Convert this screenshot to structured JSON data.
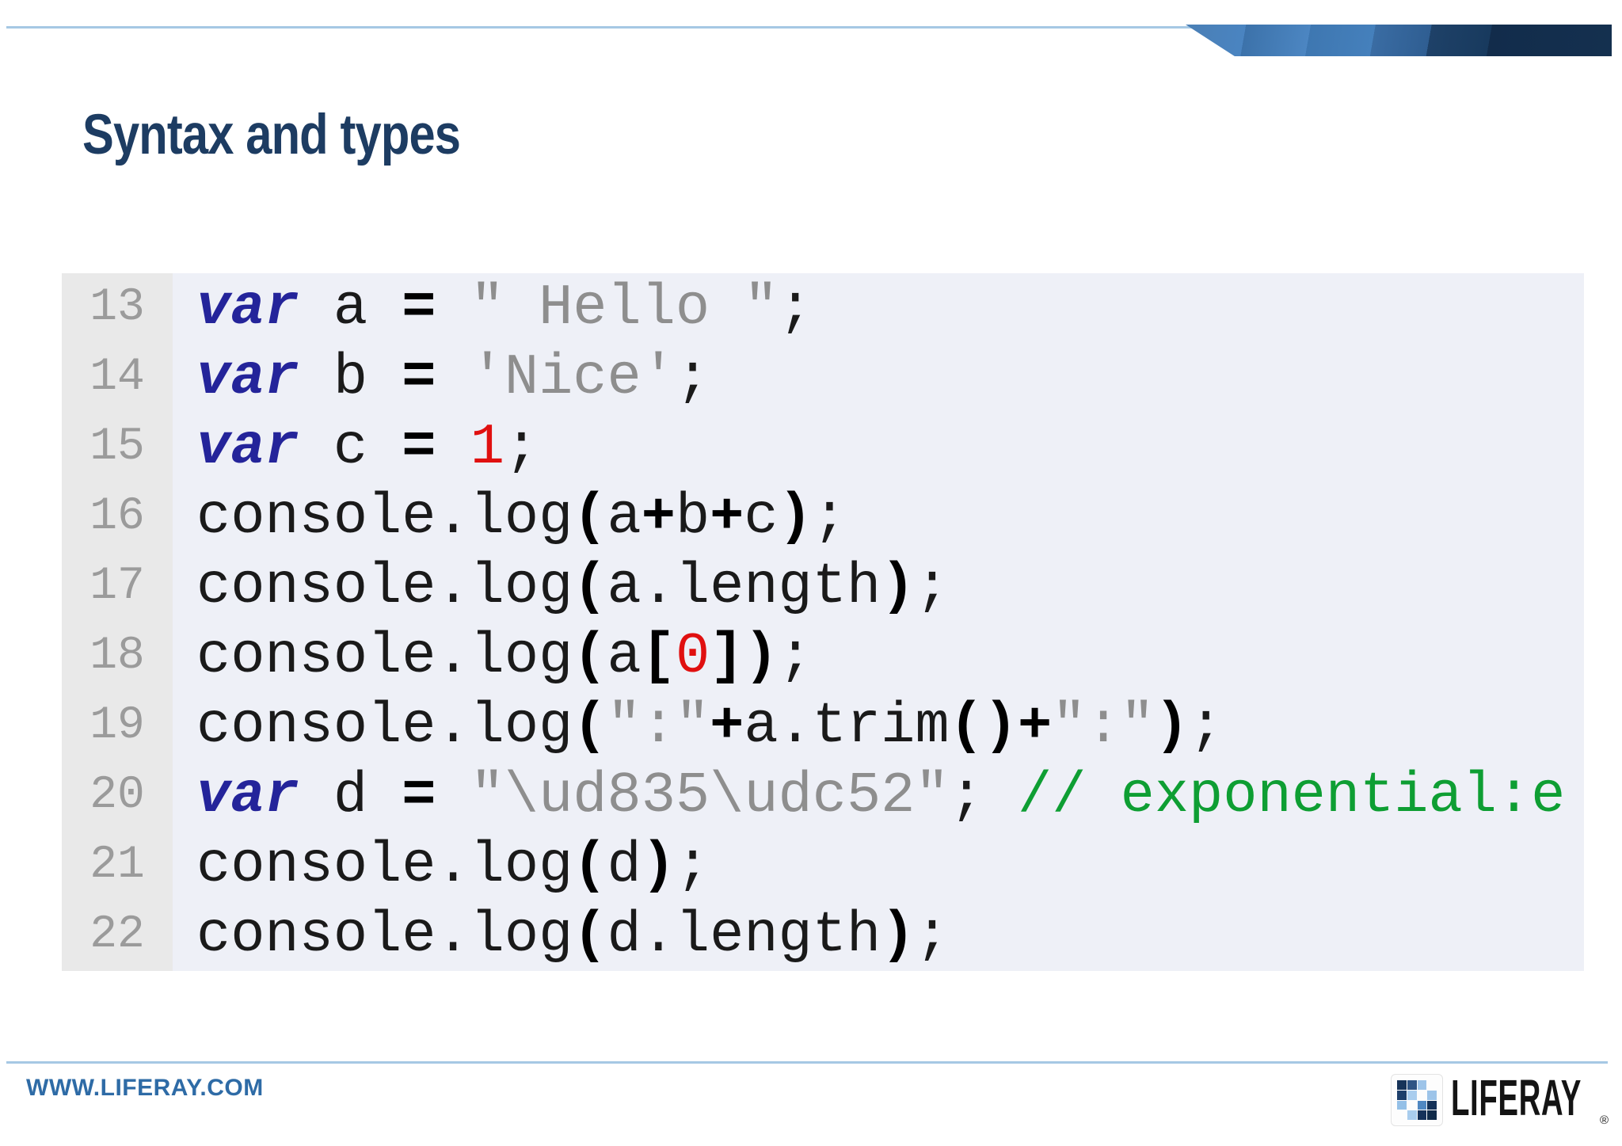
{
  "slide_title": "Syntax and types",
  "colors": {
    "accent_line": "#a6c8e4",
    "title": "#1d3c62",
    "banner_dark": "#14304f",
    "banner_mid": "#4580bc",
    "code_background": "#eef0f7",
    "gutter_background": "#e9e9e9",
    "line_number": "#9b9b9b",
    "keyword": "#24249a",
    "string": "#8e8e8e",
    "number": "#e01010",
    "comment": "#0e9e33",
    "plain_code": "#1a1a1a",
    "footer_text": "#2e6ba6"
  },
  "code": {
    "lines": [
      {
        "num": "13",
        "tokens": [
          [
            "kw",
            "var"
          ],
          [
            "pl",
            " a "
          ],
          [
            "op",
            "="
          ],
          [
            "pl",
            " "
          ],
          [
            "str",
            "\" Hello \""
          ],
          [
            "pl",
            ";"
          ]
        ]
      },
      {
        "num": "14",
        "tokens": [
          [
            "kw",
            "var"
          ],
          [
            "pl",
            " b "
          ],
          [
            "op",
            "="
          ],
          [
            "pl",
            " "
          ],
          [
            "str",
            "'Nice'"
          ],
          [
            "pl",
            ";"
          ]
        ]
      },
      {
        "num": "15",
        "tokens": [
          [
            "kw",
            "var"
          ],
          [
            "pl",
            " c "
          ],
          [
            "op",
            "="
          ],
          [
            "pl",
            " "
          ],
          [
            "num",
            "1"
          ],
          [
            "pl",
            ";"
          ]
        ]
      },
      {
        "num": "16",
        "tokens": [
          [
            "pl",
            "console.log"
          ],
          [
            "op",
            "("
          ],
          [
            "pl",
            "a"
          ],
          [
            "op",
            "+"
          ],
          [
            "pl",
            "b"
          ],
          [
            "op",
            "+"
          ],
          [
            "pl",
            "c"
          ],
          [
            "op",
            ")"
          ],
          [
            "pl",
            ";"
          ]
        ]
      },
      {
        "num": "17",
        "tokens": [
          [
            "pl",
            "console.log"
          ],
          [
            "op",
            "("
          ],
          [
            "pl",
            "a.length"
          ],
          [
            "op",
            ")"
          ],
          [
            "pl",
            ";"
          ]
        ]
      },
      {
        "num": "18",
        "tokens": [
          [
            "pl",
            "console.log"
          ],
          [
            "op",
            "("
          ],
          [
            "pl",
            "a"
          ],
          [
            "op",
            "["
          ],
          [
            "num",
            "0"
          ],
          [
            "op",
            "]"
          ],
          [
            "op",
            ")"
          ],
          [
            "pl",
            ";"
          ]
        ]
      },
      {
        "num": "19",
        "tokens": [
          [
            "pl",
            "console.log"
          ],
          [
            "op",
            "("
          ],
          [
            "str",
            "\":\""
          ],
          [
            "op",
            "+"
          ],
          [
            "pl",
            "a.trim"
          ],
          [
            "op",
            "()"
          ],
          [
            "op",
            "+"
          ],
          [
            "str",
            "\":\""
          ],
          [
            "op",
            ")"
          ],
          [
            "pl",
            ";"
          ]
        ]
      },
      {
        "num": "20",
        "tokens": [
          [
            "kw",
            "var"
          ],
          [
            "pl",
            " d "
          ],
          [
            "op",
            "="
          ],
          [
            "pl",
            " "
          ],
          [
            "str",
            "\"\\ud835\\udc52\""
          ],
          [
            "pl",
            "; "
          ],
          [
            "com",
            "// exponential:e"
          ]
        ]
      },
      {
        "num": "21",
        "tokens": [
          [
            "pl",
            "console.log"
          ],
          [
            "op",
            "("
          ],
          [
            "pl",
            "d"
          ],
          [
            "op",
            ")"
          ],
          [
            "pl",
            ";"
          ]
        ]
      },
      {
        "num": "22",
        "tokens": [
          [
            "pl",
            "console.log"
          ],
          [
            "op",
            "("
          ],
          [
            "pl",
            "d.length"
          ],
          [
            "op",
            ")"
          ],
          [
            "pl",
            ";"
          ]
        ]
      }
    ]
  },
  "footer": {
    "url": "WWW.LIFERAY.COM",
    "brand": "LIFERAY",
    "registered": "®"
  },
  "logo": {
    "grid": [
      [
        "#173459",
        "#2f5585",
        "#9dc4e9",
        null
      ],
      [
        "#1d3f6b",
        "#a9cdee",
        null,
        "#9dc4e9"
      ],
      [
        "#94c0e7",
        null,
        "#5088c2",
        "#143158"
      ],
      [
        null,
        "#a9cdee",
        "#16325a",
        "#112b4a"
      ]
    ]
  }
}
